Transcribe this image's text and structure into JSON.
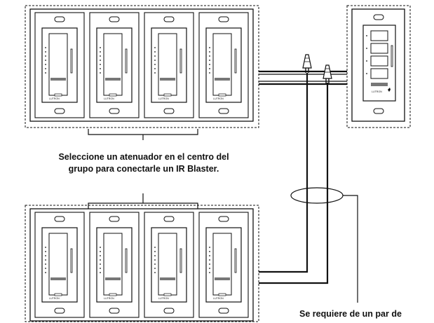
{
  "captions": {
    "center_line1": "Seleccione un atenuador en el centro del",
    "center_line2": "grupo para conectarle un IR Blaster.",
    "wire_pair": "Se requiere de un par de"
  },
  "dimmer_brand": "LUTRON",
  "keypad_brand": "LUTRON",
  "colors": {
    "ink": "#111111",
    "wire": "#111111",
    "background": "#ffffff"
  },
  "icons": [
    "wire-nut-icon",
    "keypad-logo-icon"
  ]
}
